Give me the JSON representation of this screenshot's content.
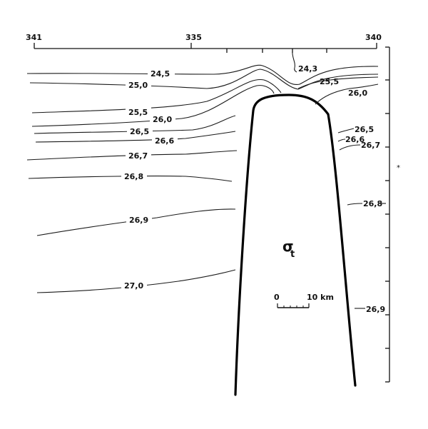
{
  "stations": {
    "left": "341",
    "middle": "335",
    "right": "340"
  },
  "symbol": {
    "main": "σ",
    "sub": "t"
  },
  "scale": {
    "zero": "0",
    "end": "10 km"
  },
  "isolines_left": [
    "24,5",
    "25,0",
    "25,5",
    "26,0",
    "26,5",
    "26,6",
    "26,7",
    "26,8",
    "26,9",
    "27,0"
  ],
  "isolines_right": [
    "24,3",
    "25,5",
    "26,0",
    "26,5",
    "26,6",
    "26,7",
    "26,8",
    "26,9"
  ],
  "marker": "*"
}
